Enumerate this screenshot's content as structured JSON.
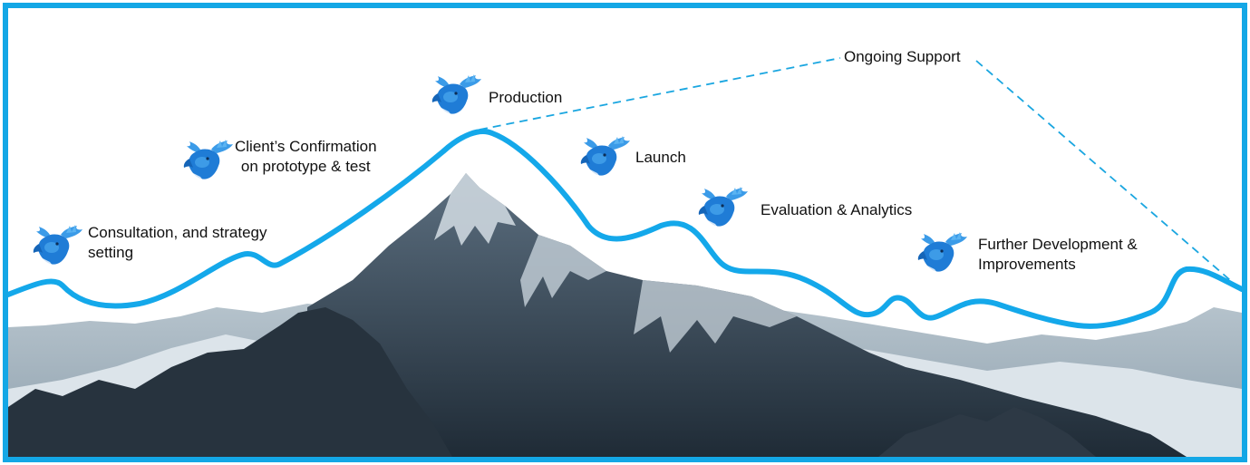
{
  "colors": {
    "frame": "#13a7e6",
    "path": "#14a8ea",
    "dash": "#1aa6e0",
    "mountain_dark": "#2b3a48",
    "mountain_mid": "#7a8c9b",
    "snow": "#eef2f4",
    "icon": "#1f7cd6"
  },
  "icon_name": "moose-head-icon",
  "stages": {
    "consultation": {
      "line1": "Consultation, and strategy",
      "line2": "setting"
    },
    "confirmation": {
      "line1": "Client’s Confirmation",
      "line2": "on prototype & test"
    },
    "production": {
      "label": "Production"
    },
    "launch": {
      "label": "Launch"
    },
    "evaluation": {
      "label": "Evaluation & Analytics"
    },
    "further": {
      "line1": "Further Development &",
      "line2": "Improvements"
    },
    "ongoing": {
      "label": "Ongoing Support"
    }
  }
}
